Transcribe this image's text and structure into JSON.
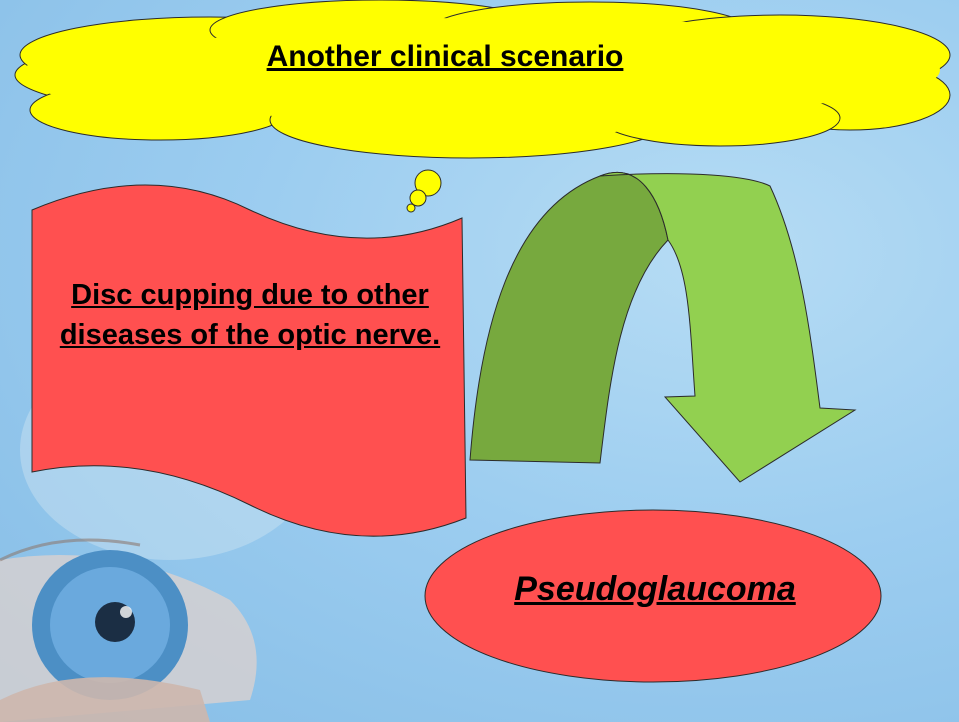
{
  "slide": {
    "title": "Another  clinical  scenario",
    "left_box_text": "Disc cupping  due to other diseases of the optic nerve.",
    "result_text": "Pseudoglaucoma"
  },
  "colors": {
    "cloud_fill": "#ffff00",
    "flag_fill": "#ff5050",
    "arrow_dark": "#77a93e",
    "arrow_light": "#92d050",
    "ellipse_fill": "#ff5050",
    "background": "#9ccdf0"
  }
}
